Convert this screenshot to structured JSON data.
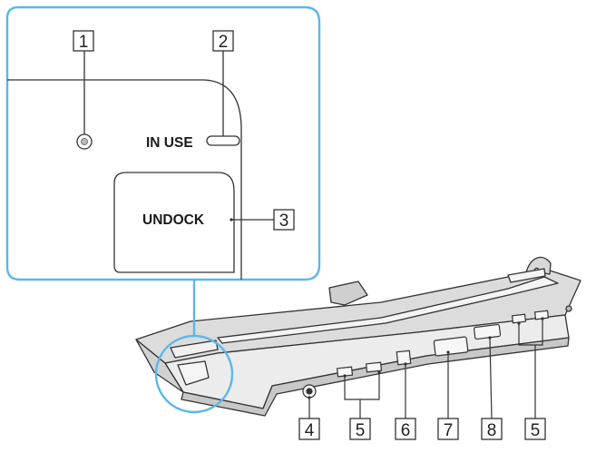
{
  "inset": {
    "in_use_label": "IN USE",
    "undock_label": "UNDOCK"
  },
  "callouts": {
    "c1": "1",
    "c2": "2",
    "c3": "3",
    "c4": "4",
    "c5a": "5",
    "c6": "6",
    "c7": "7",
    "c8": "8",
    "c5b": "5"
  },
  "colors": {
    "inset_border": "#5bb7e8",
    "dock_body": "#e4e4e4",
    "dock_top": "#dcdcdc",
    "outline": "#333333"
  }
}
